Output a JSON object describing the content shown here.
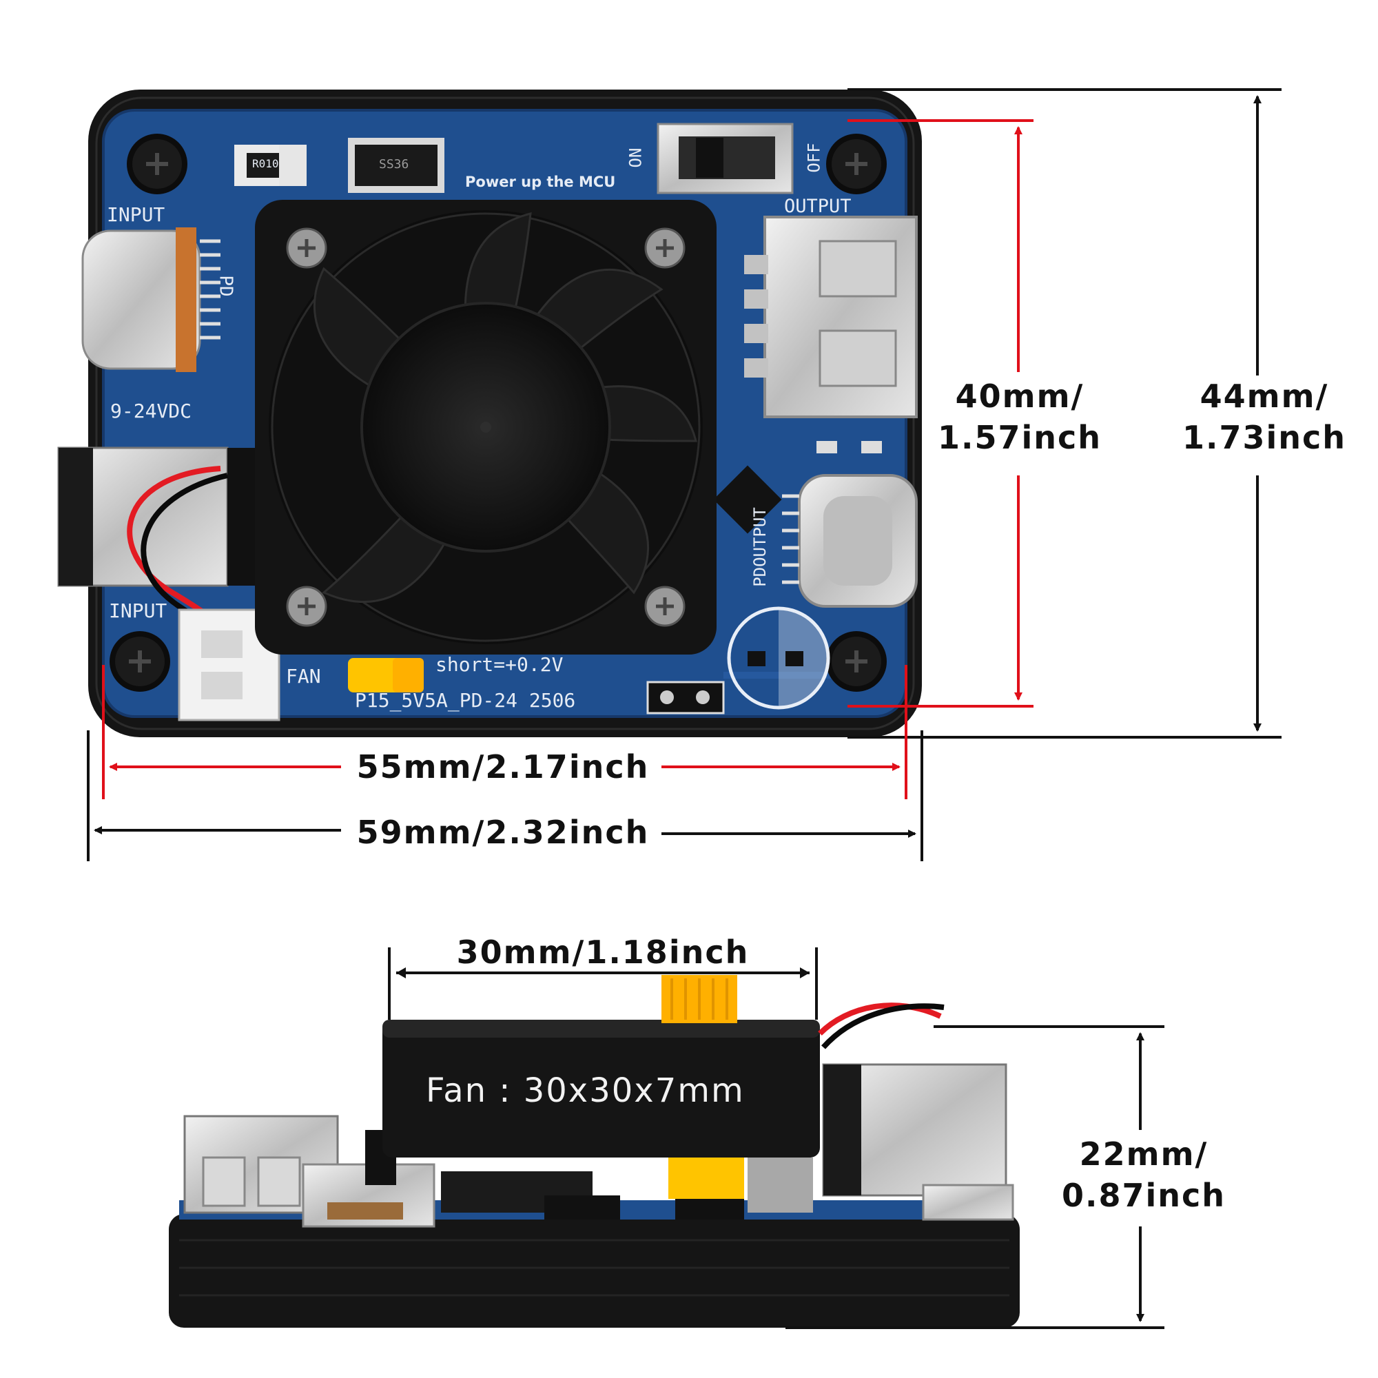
{
  "top_view": {
    "silkscreen": {
      "input_top": "INPUT",
      "pd": "PD",
      "voltage_range": "9-24VDC",
      "input_bottom": "INPUT",
      "fan": "FAN",
      "short_note": "short=+0.2V",
      "model": "P15_5V5A_PD-24 2506",
      "power_note": "Power up the MCU",
      "on": "ON",
      "off": "OFF",
      "output": "OUTPUT",
      "pd_output": "PDOUTPUT",
      "resistor": "R010",
      "diode": "SS36"
    },
    "dimensions": {
      "inner_height": [
        "40mm/",
        "1.57inch"
      ],
      "outer_height": [
        "44mm/",
        "1.73inch"
      ],
      "inner_width": "55mm/2.17inch",
      "outer_width": "59mm/2.32inch"
    }
  },
  "side_view": {
    "fan_width": "30mm/1.18inch",
    "fan_spec": "Fan : 30x30x7mm",
    "height": [
      "22mm/",
      "0.87inch"
    ]
  },
  "colors": {
    "pcb_blue": "#1f4f8f",
    "case_black": "#161616",
    "dimension_red": "#e0101a",
    "dimension_black": "#111111",
    "fan_switch_yellow": "#ffc400"
  }
}
